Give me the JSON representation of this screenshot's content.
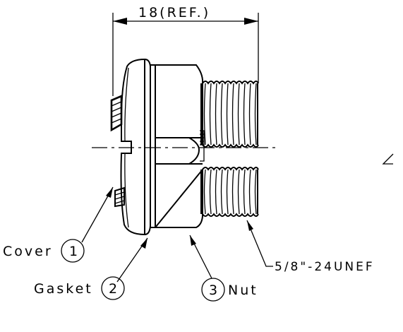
{
  "dimension": {
    "label": "18(REF.)"
  },
  "callouts": [
    {
      "number": "1",
      "label": "Cover"
    },
    {
      "number": "2",
      "label": "Gasket"
    },
    {
      "number": "3",
      "label": "Nut"
    }
  ],
  "thread_spec": "5/8\"-24UNEF"
}
